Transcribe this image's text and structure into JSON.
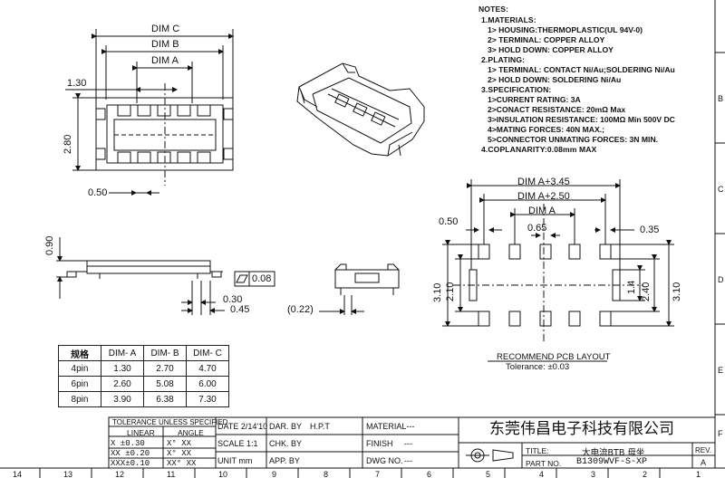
{
  "notes": {
    "title": "NOTES:",
    "lines": [
      "1.MATERIALS:",
      "1> HOUSING:THERMOPLASTIC(UL 94V-0)",
      "2> TERMINAL: COPPER  ALLOY",
      "3> HOLD DOWN: COPPER ALLOY",
      "2.PLATING:",
      "1> TERMINAL:  CONTACT Ni/Au;SOLDERING Ni/Au",
      "2> HOLD DOWN: SOLDERING Ni/Au",
      "3.SPECIFICATION:",
      "1>CURRENT RATING: 3A",
      "2>CONACT RESISTANCE: 20mΩ Max",
      "3>INSULATION RESISTANCE: 100MΩ Min  500V DC",
      "4>MATING FORCES: 40N MAX.;",
      "5>CONNECTOR UNMATING FORCES: 3N MIN.",
      "4.COPLANARITY:0.08mm  MAX"
    ]
  },
  "top_view": {
    "dim_c": "DIM C",
    "dim_b": "DIM B",
    "dim_a": "DIM A",
    "w_130": "1.30",
    "h_280": "2.80",
    "p_050": "0.50"
  },
  "side_view": {
    "h_090": "0.90",
    "flat": "0.08",
    "d_030": "0.30",
    "d_045": "0.45",
    "d_022": "(0.22)"
  },
  "pcb": {
    "dim_a345": "DIM A+3.45",
    "dim_a250": "DIM A+2.50",
    "dim_a": "DIM A",
    "d_050": "0.50",
    "d_065": "0.65",
    "d_035": "0.35",
    "l_310": "3.10",
    "l_210": "2.10",
    "r_14": "1.4",
    "r_240": "2.40",
    "r_310": "3.10",
    "caption": "RECOMMEND PCB LAYOUT",
    "tolerance": "Tolerance: ±0.03"
  },
  "dim_table": {
    "headers": [
      "规格",
      "DIM- A",
      "DIM- B",
      "DIM- C"
    ],
    "rows": [
      [
        "4pin",
        "1.30",
        "2.70",
        "4.70"
      ],
      [
        "6pin",
        "2.60",
        "5.08",
        "6.00"
      ],
      [
        "8pin",
        "3.90",
        "6.38",
        "7.30"
      ]
    ]
  },
  "title_block": {
    "tol_title": "TOLERANCE UNLESS SPECIFIED",
    "linear": "LINEAR",
    "angle": "ANGLE",
    "tol_rows": [
      [
        "X  ±0.30",
        "X° XX"
      ],
      [
        "XX ±0.20",
        "X° XX"
      ],
      [
        "XXX±0.10",
        "XX° XX"
      ]
    ],
    "date": "DATE 2/14'10",
    "scale": "SCALE 1:1",
    "unit": "UNIT  mm",
    "drby": "DAR. BY",
    "drby_val": "H.P.T",
    "chkby": "CHK. BY",
    "appby": "APP. BY",
    "material": "MATERIAL---",
    "finish": "FINISH",
    "finish_val": "---",
    "dwgno": "DWG NO.",
    "dwgno_val": "---",
    "company": "东莞伟昌电子科技有限公司",
    "title_lbl": "TITLE:",
    "title_val": "大电流BTB 母坐",
    "partno_lbl": "PART NO.",
    "partno_val": "B1309WVF-S-XP",
    "rev_lbl": "REV.",
    "rev_val": "A"
  },
  "border": {
    "bottom": [
      "14",
      "13",
      "12",
      "11",
      "10",
      "9",
      "8",
      "7",
      "6",
      "5",
      "4",
      "3",
      "2",
      "1"
    ],
    "right": [
      "B",
      "C",
      "D",
      "E",
      "F"
    ]
  }
}
